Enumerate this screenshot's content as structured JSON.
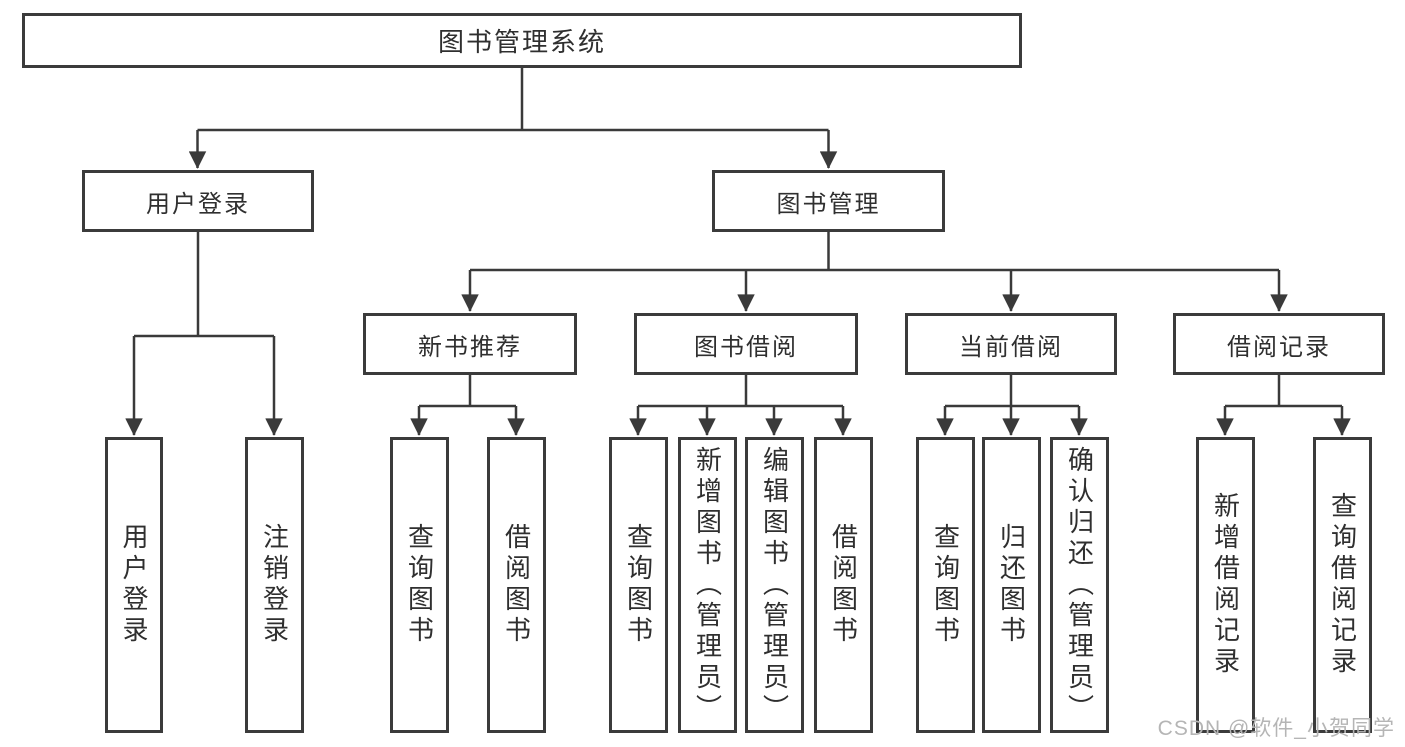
{
  "tree": {
    "label": "图书管理系统",
    "children": [
      {
        "label": "用户登录",
        "children": [
          {
            "label": "用户登录"
          },
          {
            "label": "注销登录"
          }
        ]
      },
      {
        "label": "图书管理",
        "children": [
          {
            "label": "新书推荐",
            "children": [
              {
                "label": "查询图书"
              },
              {
                "label": "借阅图书"
              }
            ]
          },
          {
            "label": "图书借阅",
            "children": [
              {
                "label": "查询图书"
              },
              {
                "label": "新增图书（管理员）"
              },
              {
                "label": "编辑图书（管理员）"
              },
              {
                "label": "借阅图书"
              }
            ]
          },
          {
            "label": "当前借阅",
            "children": [
              {
                "label": "查询图书"
              },
              {
                "label": "归还图书"
              },
              {
                "label": "确认归还（管理员）"
              }
            ]
          },
          {
            "label": "借阅记录",
            "children": [
              {
                "label": "新增借阅记录"
              },
              {
                "label": "查询借阅记录"
              }
            ]
          }
        ]
      }
    ]
  },
  "watermark": {
    "text": "CSDN @软件_小贺同学"
  },
  "colors": {
    "line": "#3a3a3a",
    "box_border": "#3b3b3b",
    "text": "#2f2f2f",
    "watermark": "#b5b5b5",
    "background": "#ffffff"
  }
}
